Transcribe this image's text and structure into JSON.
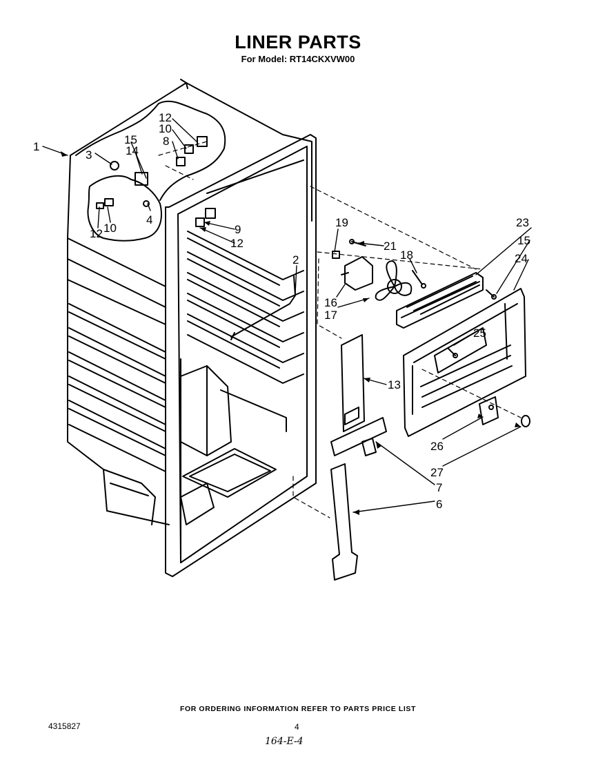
{
  "header": {
    "title": "LINER PARTS",
    "subtitle": "For Model: RT14CKXVW00"
  },
  "callouts": [
    "1",
    "3",
    "15",
    "14",
    "12",
    "10",
    "8",
    "4",
    "12",
    "10",
    "9",
    "12",
    "2",
    "19",
    "21",
    "18",
    "16",
    "17",
    "13",
    "23",
    "15",
    "24",
    "25",
    "26",
    "27",
    "7",
    "6"
  ],
  "footer": {
    "ordering_note": "FOR ORDERING INFORMATION REFER TO PARTS PRICE LIST",
    "doc_number": "4315827",
    "page_number": "4",
    "handwritten_code": "164-E-4"
  }
}
